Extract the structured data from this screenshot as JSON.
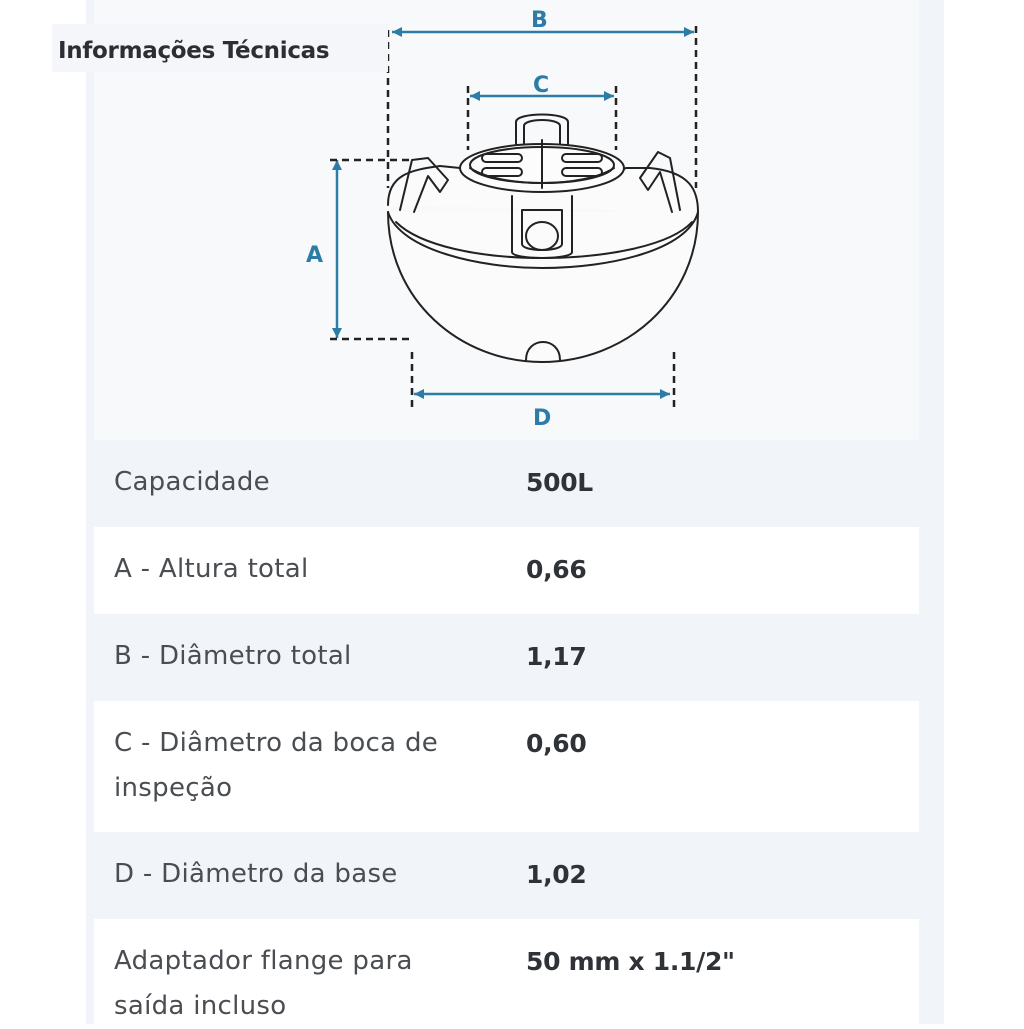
{
  "section": {
    "title": "Informações Técnicas"
  },
  "diagram": {
    "labels": {
      "a": "A",
      "b": "B",
      "c": "C",
      "d": "D"
    },
    "dimension_color": "#2d7ca6"
  },
  "specs": [
    {
      "label": "Capacidade",
      "value": "500L"
    },
    {
      "label": "A - Altura total",
      "value": "0,66"
    },
    {
      "label": "B - Diâmetro total",
      "value": "1,17"
    },
    {
      "label": "C - Diâmetro da boca de inspeção",
      "value": "0,60"
    },
    {
      "label": "D - Diâmetro da base",
      "value": "1,02"
    },
    {
      "label": "Adaptador flange para saída incluso",
      "value": "50 mm x 1.1/2\""
    }
  ]
}
